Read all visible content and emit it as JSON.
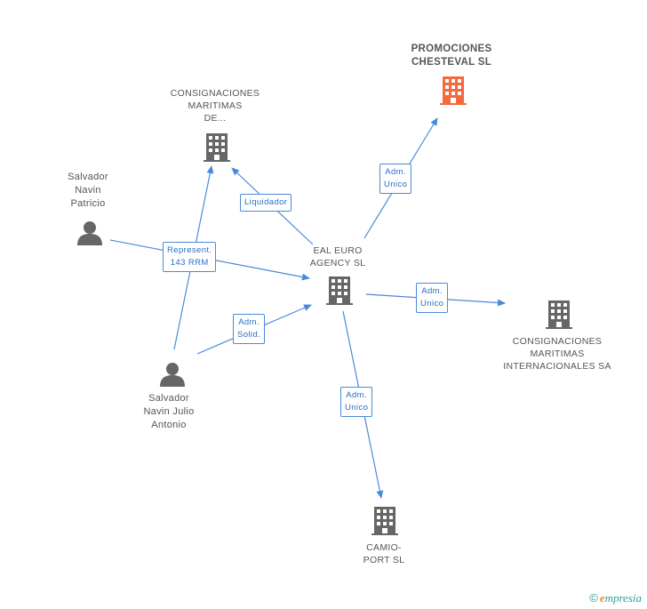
{
  "nodes": {
    "promociones": {
      "lines": [
        "PROMOCIONES",
        "CHESTEVAL SL"
      ]
    },
    "consignaciones_de": {
      "lines": [
        "CONSIGNACIONES",
        "MARITIMAS",
        "DE..."
      ]
    },
    "salvador_patricio": {
      "lines": [
        "Salvador",
        "Navin",
        "Patricio"
      ]
    },
    "eal_euro": {
      "lines": [
        "EAL EURO",
        "AGENCY SL"
      ]
    },
    "consignaciones_int": {
      "lines": [
        "CONSIGNACIONES",
        "MARITIMAS",
        "INTERNACIONALES SA"
      ]
    },
    "salvador_julio": {
      "lines": [
        "Salvador",
        "Navin Julio",
        "Antonio"
      ]
    },
    "camio_port": {
      "lines": [
        "CAMIO-",
        "PORT SL"
      ]
    }
  },
  "edges": {
    "adm_unico_promo": {
      "lines": [
        "Adm.",
        "Unico"
      ]
    },
    "liquidador": {
      "lines": [
        "Liquidador"
      ]
    },
    "represent": {
      "lines": [
        "Represent.",
        "143 RRM"
      ]
    },
    "adm_unico_int": {
      "lines": [
        "Adm.",
        "Unico"
      ]
    },
    "adm_solid": {
      "lines": [
        "Adm.",
        "Solid."
      ]
    },
    "adm_unico_camio": {
      "lines": [
        "Adm.",
        "Unico"
      ]
    }
  },
  "colors": {
    "edge": "#4a8ad8",
    "icon": "#666666",
    "highlight": "#f26a3d"
  },
  "footer": {
    "copyright": "©",
    "brand_e": "e",
    "brand_rest": "mpresia"
  }
}
